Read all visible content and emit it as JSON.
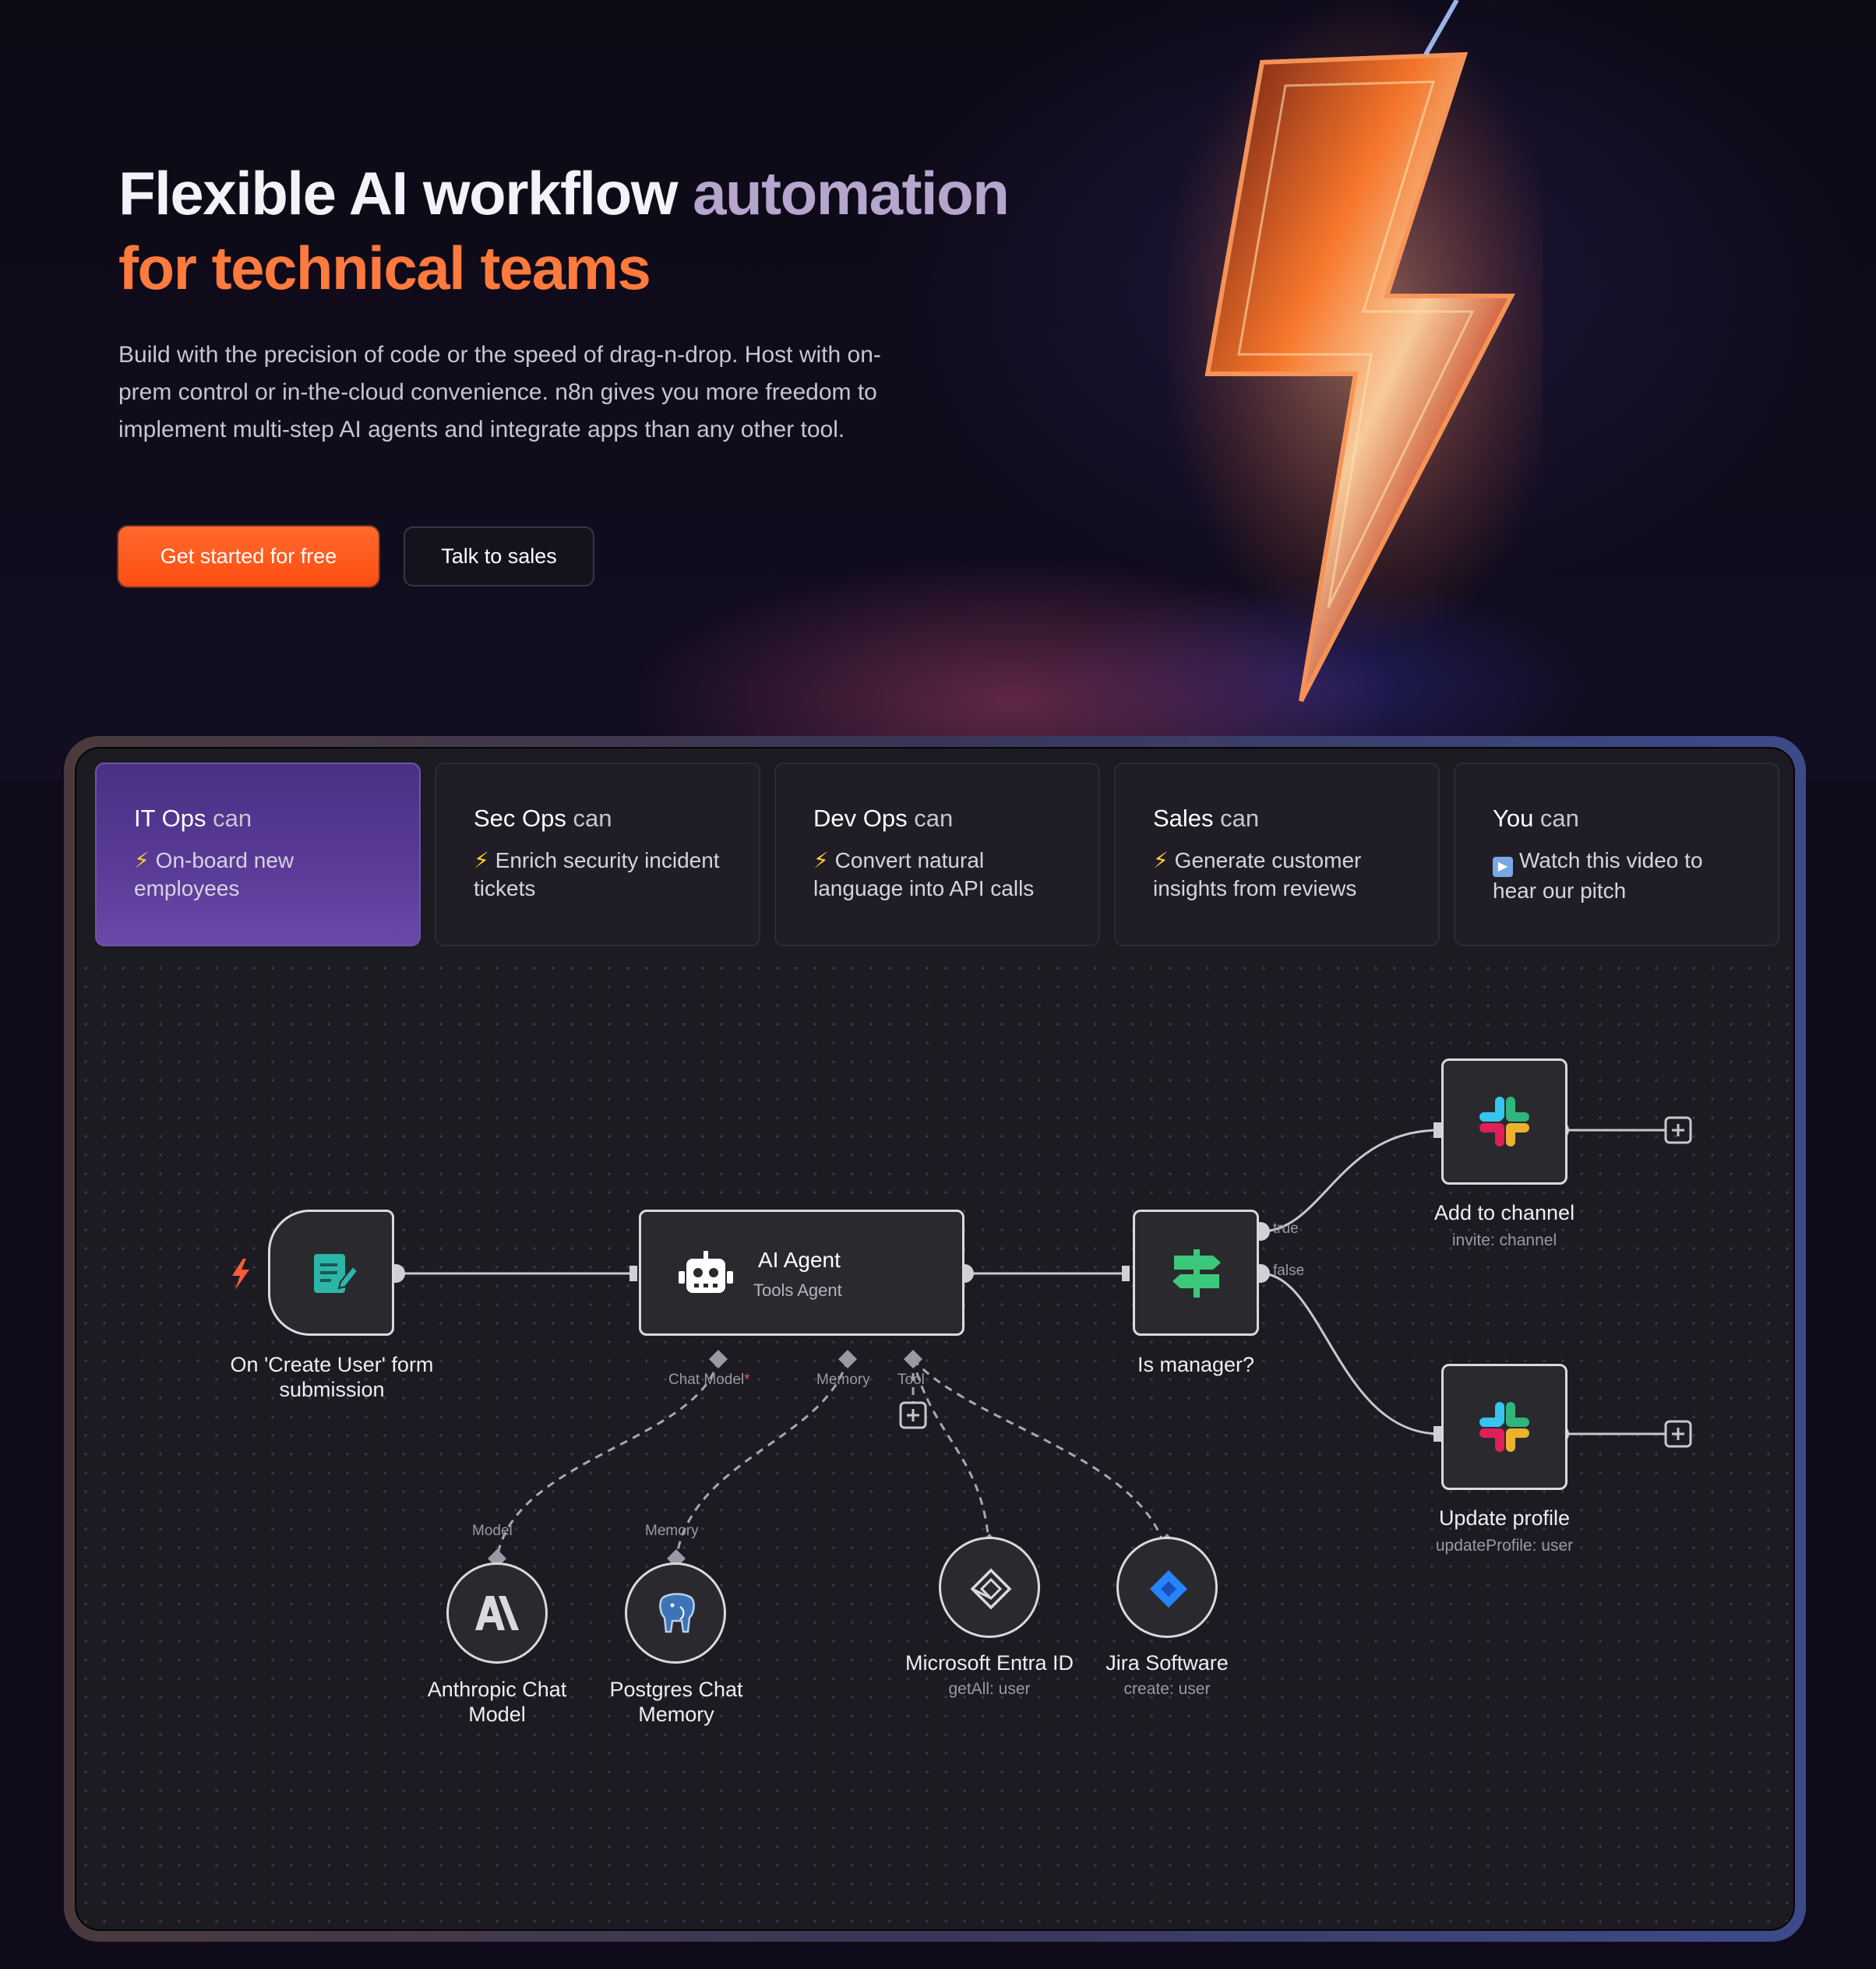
{
  "hero": {
    "title_part1": "Flexible AI workflow ",
    "title_part2": "automation",
    "title_line2": "for technical teams",
    "description": "Build with the precision of code or the speed of drag-n-drop. Host with on-prem control or in-the-cloud convenience. n8n gives you more freedom to implement multi-step AI agents and integrate apps than any other tool.",
    "primary_button": "Get started for free",
    "secondary_button": "Talk to sales"
  },
  "tabs": [
    {
      "role": "IT Ops",
      "can": " can",
      "icon": "lightning-emoji",
      "desc": "On-board new employees",
      "active": true
    },
    {
      "role": "Sec Ops",
      "can": " can",
      "icon": "lightning-emoji",
      "desc": "Enrich security incident tickets",
      "active": false
    },
    {
      "role": "Dev Ops",
      "can": " can",
      "icon": "lightning-emoji",
      "desc": "Convert natural language into API calls",
      "active": false
    },
    {
      "role": "Sales",
      "can": " can",
      "icon": "lightning-emoji",
      "desc": "Generate customer insights from reviews",
      "active": false
    },
    {
      "role": "You",
      "can": " can",
      "icon": "play-button-emoji",
      "desc": "Watch this video to hear our pitch",
      "active": false
    }
  ],
  "workflow": {
    "trigger": {
      "label_line1": "On 'Create User' form",
      "label_line2": "submission",
      "icon": "form-edit-icon"
    },
    "agent": {
      "title": "AI Agent",
      "subtitle": "Tools Agent",
      "icon": "robot-icon",
      "ports": {
        "chat_model": "Chat Model",
        "required_mark": "*",
        "memory": "Memory",
        "tool": "Tool"
      }
    },
    "if_node": {
      "label": "Is manager?",
      "icon": "signpost-icon",
      "true_label": "true",
      "false_label": "false"
    },
    "slack_add": {
      "label": "Add to channel",
      "sub": "invite: channel",
      "icon": "slack-icon"
    },
    "slack_update": {
      "label": "Update profile",
      "sub": "updateProfile: user",
      "icon": "slack-icon"
    },
    "anthropic": {
      "port_label": "Model",
      "label_line1": "Anthropic Chat",
      "label_line2": "Model",
      "icon": "anthropic-icon"
    },
    "postgres": {
      "port_label": "Memory",
      "label_line1": "Postgres Chat",
      "label_line2": "Memory",
      "icon": "postgres-elephant-icon"
    },
    "entra": {
      "label": "Microsoft Entra ID",
      "sub": "getAll: user",
      "icon": "entra-id-icon"
    },
    "jira": {
      "label": "Jira Software",
      "sub": "create: user",
      "icon": "jira-icon"
    }
  },
  "colors": {
    "accent_orange": "#ff5a1f",
    "active_tab": "#5a3c98",
    "node_border": "#d9d9de",
    "form_icon": "#2bb6a8",
    "if_icon": "#3cc87a",
    "jira_blue": "#2684ff"
  }
}
